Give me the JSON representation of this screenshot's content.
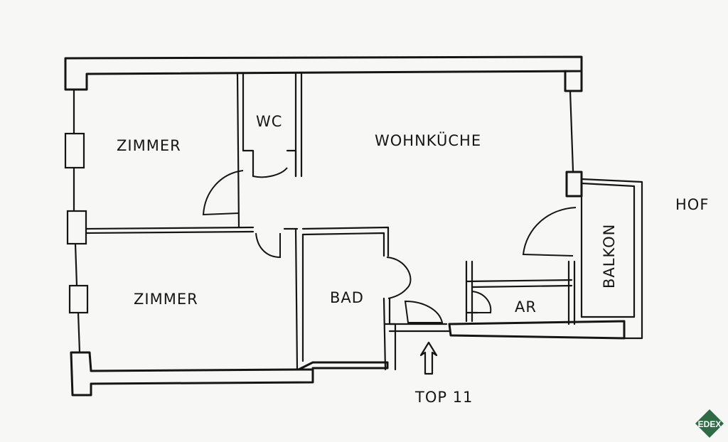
{
  "rooms": {
    "zimmer_top": "ZIMMER",
    "zimmer_bottom": "ZIMMER",
    "wc": "WC",
    "wohnkueche": "WOHNKÜCHE",
    "bad": "BAD",
    "ar": "AR",
    "balkon": "BALKON"
  },
  "outside": {
    "hof": "HOF",
    "entrance": "TOP 11"
  },
  "watermark": {
    "text": "EDEX",
    "color": "#2e6b46"
  },
  "icons": {
    "entrance_arrow": "up-arrow-icon"
  }
}
